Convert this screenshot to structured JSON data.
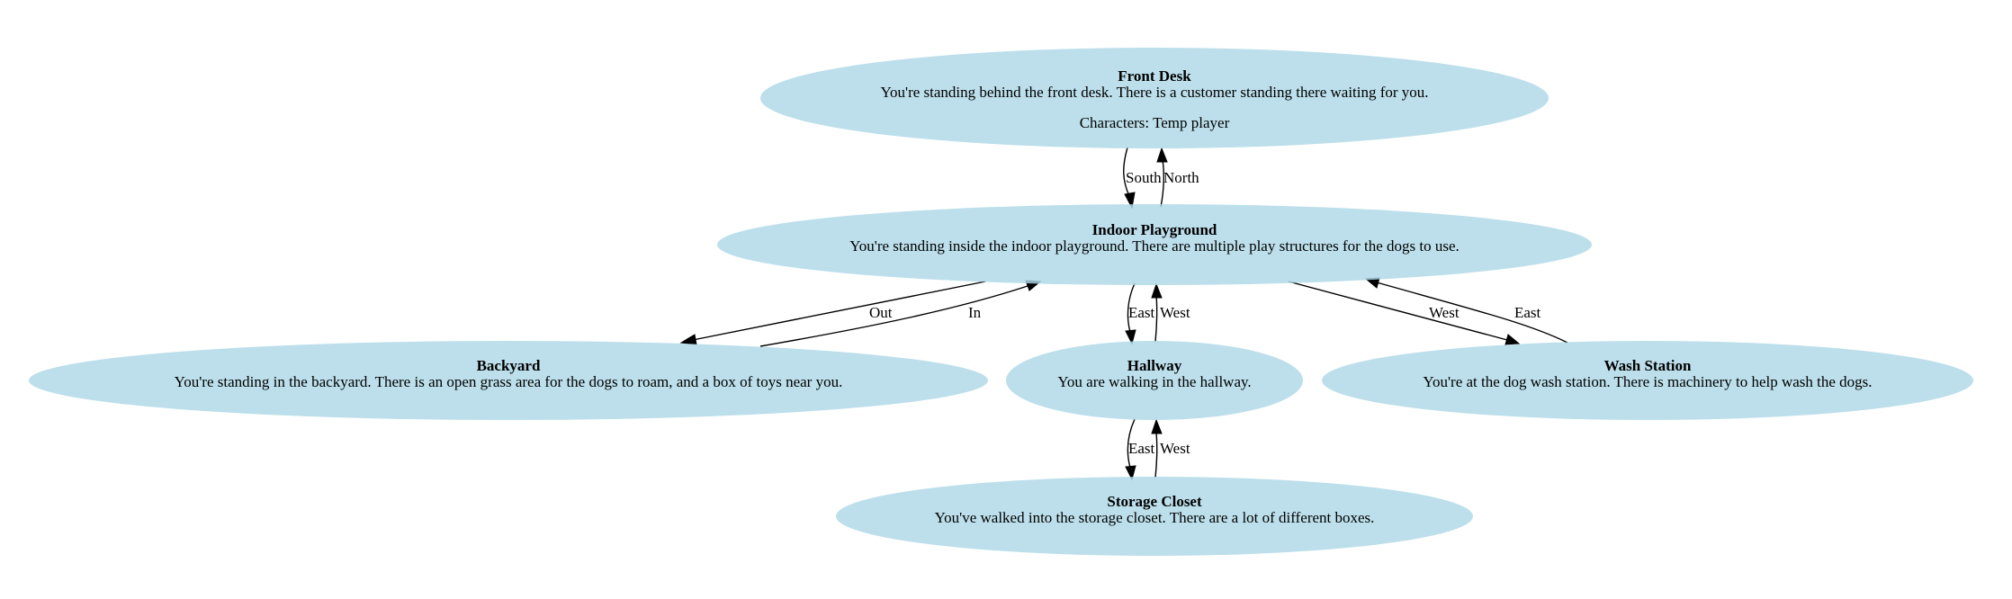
{
  "nodes": {
    "front_desk": {
      "title": "Front Desk",
      "description": "You're standing behind the front desk. There is a customer standing there waiting for you.",
      "characters": "Characters: Temp player"
    },
    "indoor_playground": {
      "title": "Indoor Playground",
      "description": "You're standing inside the indoor playground. There are multiple play structures for the dogs to use."
    },
    "backyard": {
      "title": "Backyard",
      "description": "You're standing in the backyard. There is an open grass area for the dogs to roam, and a box of toys near you."
    },
    "hallway": {
      "title": "Hallway",
      "description": "You are walking in the hallway."
    },
    "wash_station": {
      "title": "Wash Station",
      "description": "You're at the dog wash station. There is machinery to help wash the dogs."
    },
    "storage_closet": {
      "title": "Storage Closet",
      "description": "You've walked into the storage closet. There are a lot of different boxes."
    }
  },
  "edges": [
    {
      "from": "front_desk",
      "to": "indoor_playground",
      "label": "South"
    },
    {
      "from": "indoor_playground",
      "to": "front_desk",
      "label": "North"
    },
    {
      "from": "indoor_playground",
      "to": "backyard",
      "label": "Out"
    },
    {
      "from": "backyard",
      "to": "indoor_playground",
      "label": "In"
    },
    {
      "from": "indoor_playground",
      "to": "hallway",
      "label": "East"
    },
    {
      "from": "hallway",
      "to": "indoor_playground",
      "label": "West"
    },
    {
      "from": "indoor_playground",
      "to": "wash_station",
      "label": "West"
    },
    {
      "from": "wash_station",
      "to": "indoor_playground",
      "label": "East"
    },
    {
      "from": "hallway",
      "to": "storage_closet",
      "label": "East"
    },
    {
      "from": "storage_closet",
      "to": "hallway",
      "label": "West"
    }
  ]
}
